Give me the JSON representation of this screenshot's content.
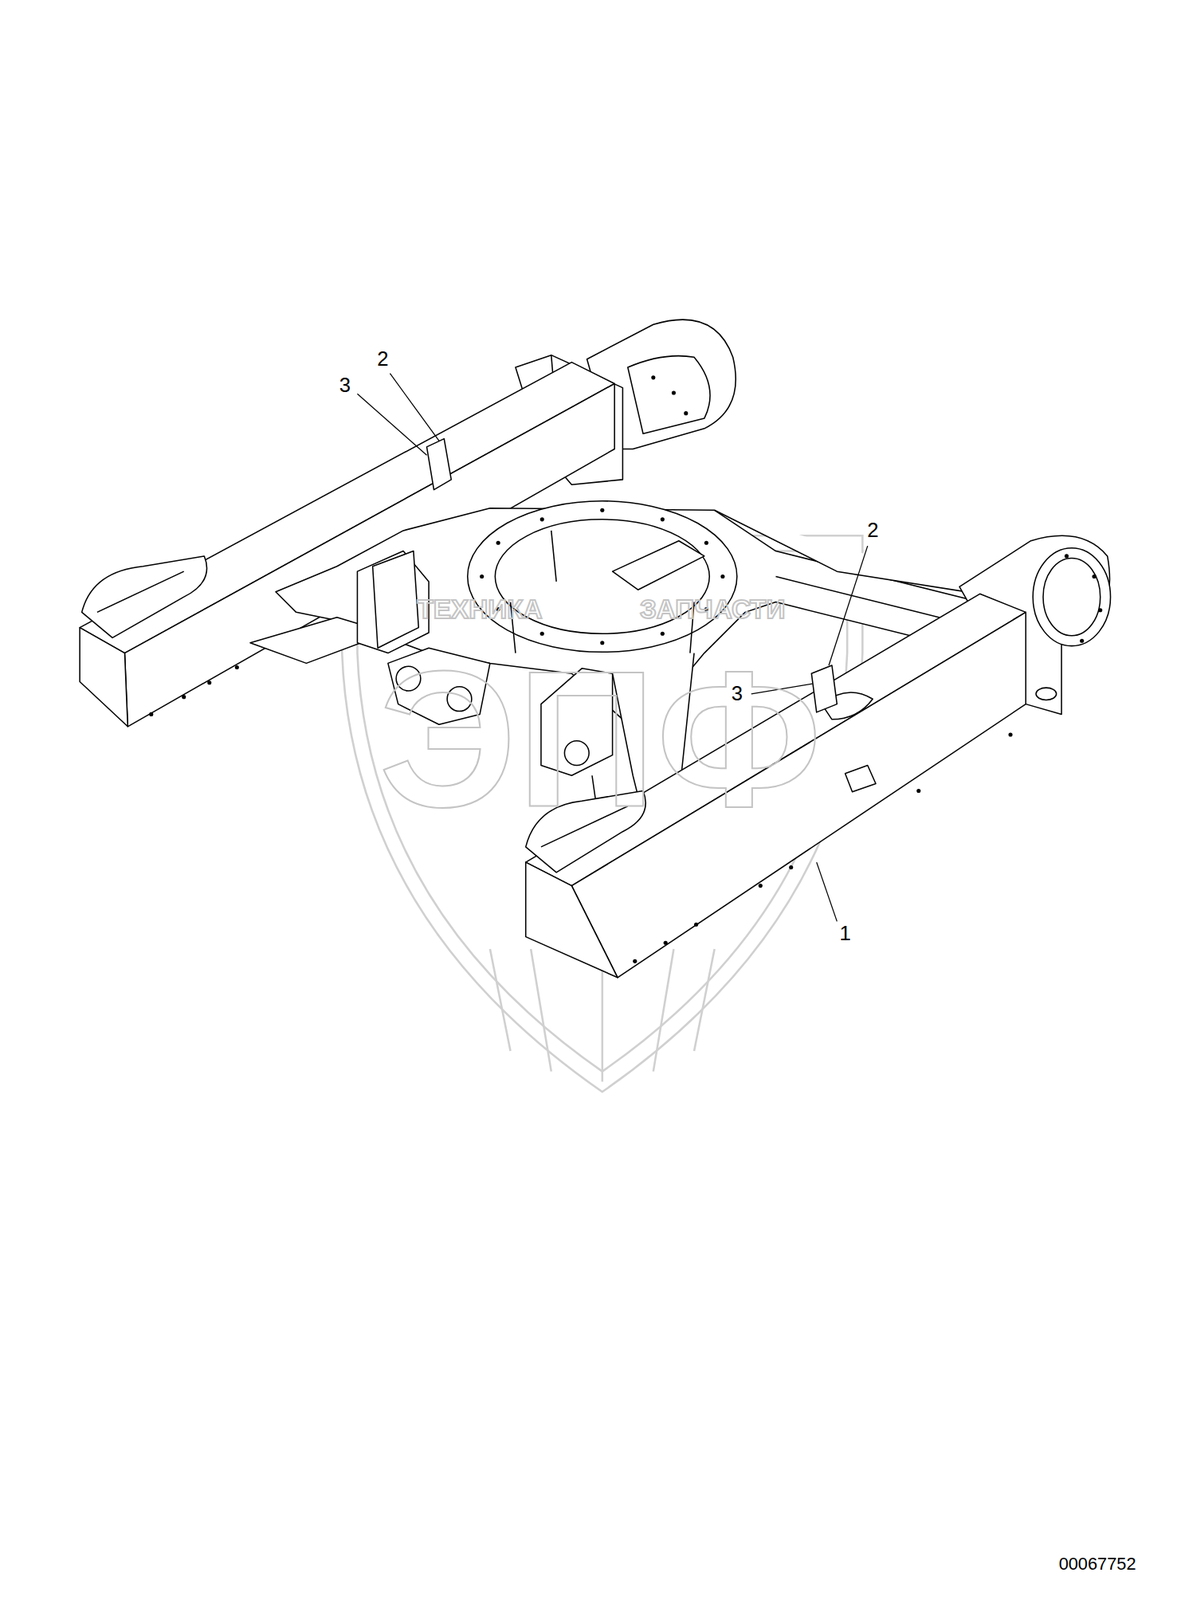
{
  "diagram": {
    "labels": [
      "2",
      "3",
      "2",
      "3",
      "1",
      "ТЕХНИКА",
      "ЗАПЧАСТИ",
      "ЭПФ",
      "00067752"
    ]
  }
}
